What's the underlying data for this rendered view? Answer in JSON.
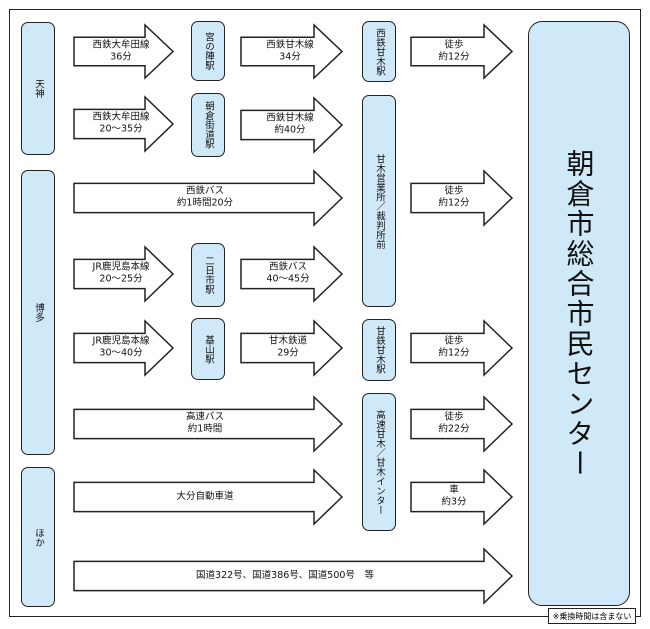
{
  "origins": {
    "tenjin": "天神",
    "hakata": "博多",
    "other": "ほか"
  },
  "stations": {
    "miyanojin": "宮の陣駅",
    "asakura_kaido": "朝倉街道駅",
    "futsukaichi": "二日市駅",
    "kiyama": "基山駅",
    "nishitetsu_amagi": "西鉄甘木駅",
    "amagi_eigyosho": "甘木営業所／裁判所前",
    "amatetsu_amagi": "甘鉄甘木駅",
    "kosoku_amagi": "高速甘木／甘木インター"
  },
  "destination": "朝倉市総合市民センター",
  "routes": {
    "r1": {
      "line1": "西鉄大牟田線",
      "line2": "36分"
    },
    "r2": {
      "line1": "西鉄甘木線",
      "line2": "34分"
    },
    "r3": {
      "line1": "徒歩",
      "line2": "約12分"
    },
    "r4": {
      "line1": "西鉄大牟田線",
      "line2": "20～35分"
    },
    "r5": {
      "line1": "西鉄甘木線",
      "line2": "約40分"
    },
    "r6": {
      "line1": "西鉄バス",
      "line2": "約1時間20分"
    },
    "r7": {
      "line1": "徒歩",
      "line2": "約12分"
    },
    "r8": {
      "line1": "JR鹿児島本線",
      "line2": "20～25分"
    },
    "r9": {
      "line1": "西鉄バス",
      "line2": "40～45分"
    },
    "r10": {
      "line1": "JR鹿児島本線",
      "line2": "30～40分"
    },
    "r11": {
      "line1": "甘木鉄道",
      "line2": "29分"
    },
    "r12": {
      "line1": "徒歩",
      "line2": "約12分"
    },
    "r13": {
      "line1": "高速バス",
      "line2": "約1時間"
    },
    "r14": {
      "line1": "徒歩",
      "line2": "約22分"
    },
    "r15": {
      "line1": "大分自動車道",
      "line2": ""
    },
    "r16": {
      "line1": "車",
      "line2": "約3分"
    },
    "r17": {
      "line1": "国道322号、国道386号、国道500号　等",
      "line2": ""
    }
  },
  "note": "※乗換時間は含まない",
  "colors": {
    "box_fill": "#cfe9f8",
    "stroke": "#222222",
    "arrow_fill": "#ffffff"
  }
}
